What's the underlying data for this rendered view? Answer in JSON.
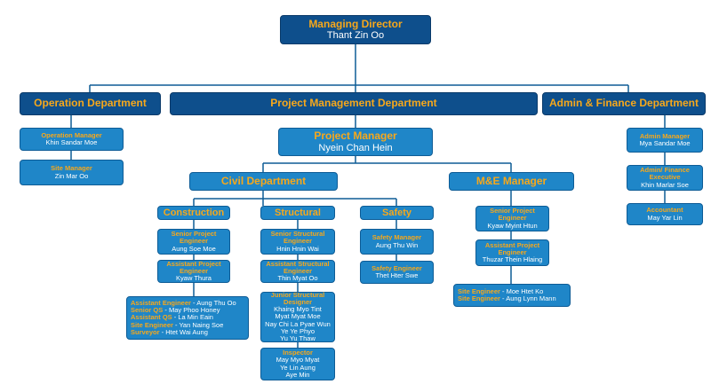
{
  "md": {
    "title": "Managing Director",
    "name": "Thant Zin Oo"
  },
  "departments": {
    "operation": "Operation Department",
    "project": "Project Management Department",
    "admin": "Admin & Finance Department"
  },
  "operation": [
    {
      "title": "Operation Manager",
      "name": "Khin Sandar Moe"
    },
    {
      "title": "Site Manager",
      "name": "Zin Mar Oo"
    }
  ],
  "pm": {
    "title": "Project Manager",
    "name": "Nyein Chan Hein"
  },
  "civil": "Civil Department",
  "mande": "M&E Manager",
  "construction": {
    "label": "Construction",
    "senior": {
      "title": "Senior Project Engineer",
      "name": "Aung Soe Moe"
    },
    "assistant": {
      "title": "Assistant Project Engineer",
      "name": "Kyaw Thura"
    },
    "team": [
      {
        "title": "Assistant Engineer",
        "name": "- Aung Thu Oo"
      },
      {
        "title": "Senior QS",
        "name": "- May Phoo Honey"
      },
      {
        "title": "Assistant QS",
        "name": "- La Min Eain"
      },
      {
        "title": "Site Engineer",
        "name": "- Yan Naing Soe"
      },
      {
        "title": "Surveyor",
        "name": "- Htet Wai Aung"
      }
    ]
  },
  "structural": {
    "label": "Structural",
    "senior": {
      "title": "Senior Structural Engineer",
      "name": "Hnin Hnin Wai"
    },
    "assistant": {
      "title": "Assistant Structural Engineer",
      "name": "Thin Myat Oo"
    },
    "junior": {
      "title": "Junior Structural Designer",
      "names": [
        "Khaing Myo Tint",
        "Myat Myat Moe",
        "Nay Chi La Pyae Wun",
        "Ye Ye Phyo",
        "Yu Yu Thaw"
      ]
    },
    "inspector": {
      "title": "Inspector",
      "names": [
        "May Myo Myat",
        "Ye Lin Aung",
        "Aye Min"
      ]
    }
  },
  "safety": {
    "label": "Safety",
    "manager": {
      "title": "Safety Manager",
      "name": "Aung Thu Win"
    },
    "engineer": {
      "title": "Safety Engineer",
      "name": "Thet Hter Swe"
    }
  },
  "me": {
    "senior": {
      "title": "Senior Project Engineer",
      "name": "Kyaw Myint Htun"
    },
    "assistant": {
      "title": "Assistant Project Engineer",
      "name": "Thuzar Thein Hlaing"
    },
    "site": [
      {
        "title": "Site Engineer",
        "name": "- Moe Htet Ko"
      },
      {
        "title": "Site Engineer",
        "name": "- Aung Lynn Mann"
      }
    ]
  },
  "admin": [
    {
      "title": "Admin Manager",
      "name": "Mya Sandar Moe"
    },
    {
      "title": "Admin/ Finance Executive",
      "name": "Khin Marlar Soe"
    },
    {
      "title": "Accountant",
      "name": "May Yar Lin"
    }
  ],
  "colors": {
    "box": "#1f86c8",
    "box_dark": "#0e4f8c",
    "title_text": "#f7a81b",
    "line": "#0e5c96"
  }
}
